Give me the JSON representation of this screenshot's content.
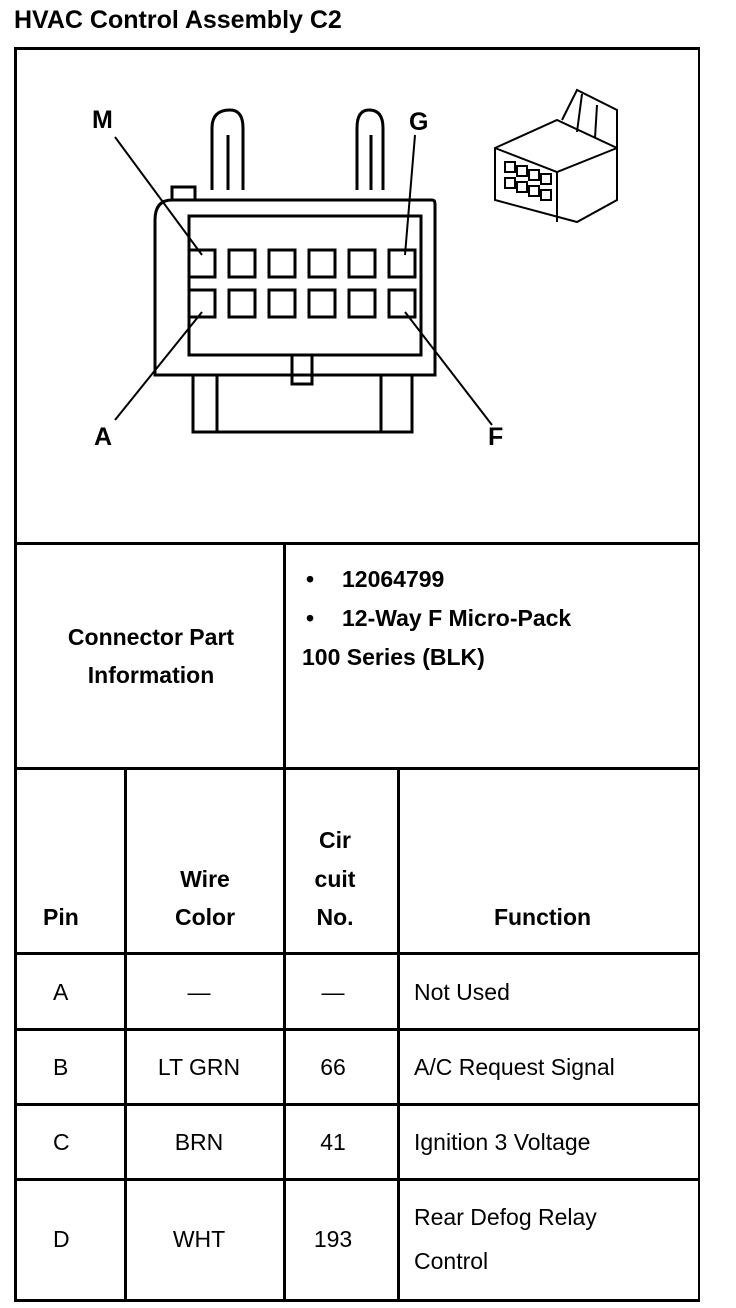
{
  "title": "HVAC Control Assembly C2",
  "diagram": {
    "pin_labels": {
      "top_left": "M",
      "top_right": "G",
      "bottom_left": "A",
      "bottom_right": "F"
    }
  },
  "connector_info": {
    "label_line1": "Connector Part",
    "label_line2": "Information",
    "part_number": "12064799",
    "description": "12-Way F Micro-Pack",
    "series": "100 Series (BLK)",
    "bullet": "•"
  },
  "table": {
    "headers": {
      "pin": "Pin",
      "wire_color_1": "Wire",
      "wire_color_2": "Color",
      "circuit_1": "Cir",
      "circuit_2": "cuit",
      "circuit_3": "No.",
      "function": "Function"
    },
    "rows": [
      {
        "pin": "A",
        "wire_color": "—",
        "circuit": "—",
        "function_1": "Not Used",
        "function_2": ""
      },
      {
        "pin": "B",
        "wire_color": "LT GRN",
        "circuit": "66",
        "function_1": "A/C Request Signal",
        "function_2": ""
      },
      {
        "pin": "C",
        "wire_color": "BRN",
        "circuit": "41",
        "function_1": "Ignition 3 Voltage",
        "function_2": ""
      },
      {
        "pin": "D",
        "wire_color": "WHT",
        "circuit": "193",
        "function_1": "Rear Defog Relay",
        "function_2": "Control"
      }
    ]
  }
}
